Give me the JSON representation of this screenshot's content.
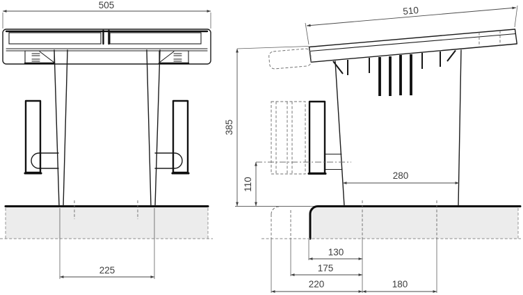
{
  "drawing": {
    "type": "technical-drawing",
    "subject": "roof vent cowl - front and side elevations with dimensions",
    "units": "mm",
    "colors": {
      "line": "#1b1b1b",
      "dimension": "#3d3d3d",
      "roof_fill": "#ececec",
      "background": "#ffffff"
    },
    "front_view": {
      "label": "front elevation",
      "dims": {
        "overall_width": "505",
        "base_opening": "225"
      }
    },
    "side_view": {
      "label": "side elevation",
      "dims": {
        "cap_length": "510",
        "overall_height": "385",
        "bracket_height": "110",
        "body_depth": "280",
        "flashing_offset": "130",
        "mid_offset": "175",
        "left_span": "220",
        "right_span": "180"
      }
    }
  }
}
